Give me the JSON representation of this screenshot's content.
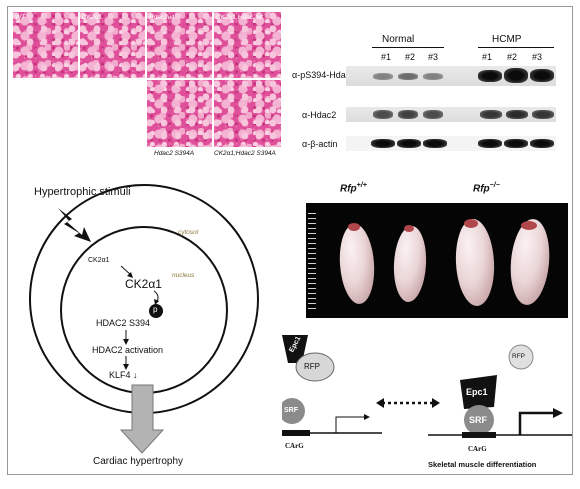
{
  "histology": {
    "labels": [
      "WT",
      "CK2α1",
      "Hdac2wt",
      "CK2α1;Hdac2wt",
      "Hdac2 S394A",
      "CK2α1;Hdac2 S394A"
    ]
  },
  "western_blot": {
    "groups": [
      "Normal",
      "HCMP"
    ],
    "lanes": [
      "#1",
      "#2",
      "#3",
      "#1",
      "#2",
      "#3"
    ],
    "rows": [
      "α-pS394-Hdac2",
      "α-Hdac2",
      "α-β-actin"
    ]
  },
  "pathway": {
    "stimulus": "Hypertrophic stimuli",
    "cytosol_label": "cytosol",
    "nucleus_label": "nucleus",
    "kinase_small": "CK2α1",
    "kinase_large": "CK2α1",
    "phospho": "p",
    "steps": [
      "HDAC2 S394",
      "HDAC2 activation",
      "KLF4 ↓"
    ],
    "outcome": "Cardiac hypertrophy"
  },
  "hearts": {
    "label_left": "Rfp",
    "label_left_sup": "+/+",
    "label_right": "Rfp",
    "label_right_sup": "−/−"
  },
  "model": {
    "epc1_left": "Epc1",
    "rfp_left": "RFP",
    "srf_left": "SRF",
    "carg_left": "CArG",
    "rfp_right": "RFP",
    "epc1_right": "Epc1",
    "srf_right": "SRF",
    "carg_right": "CArG",
    "caption": "Skeletal muscle differentiation"
  }
}
